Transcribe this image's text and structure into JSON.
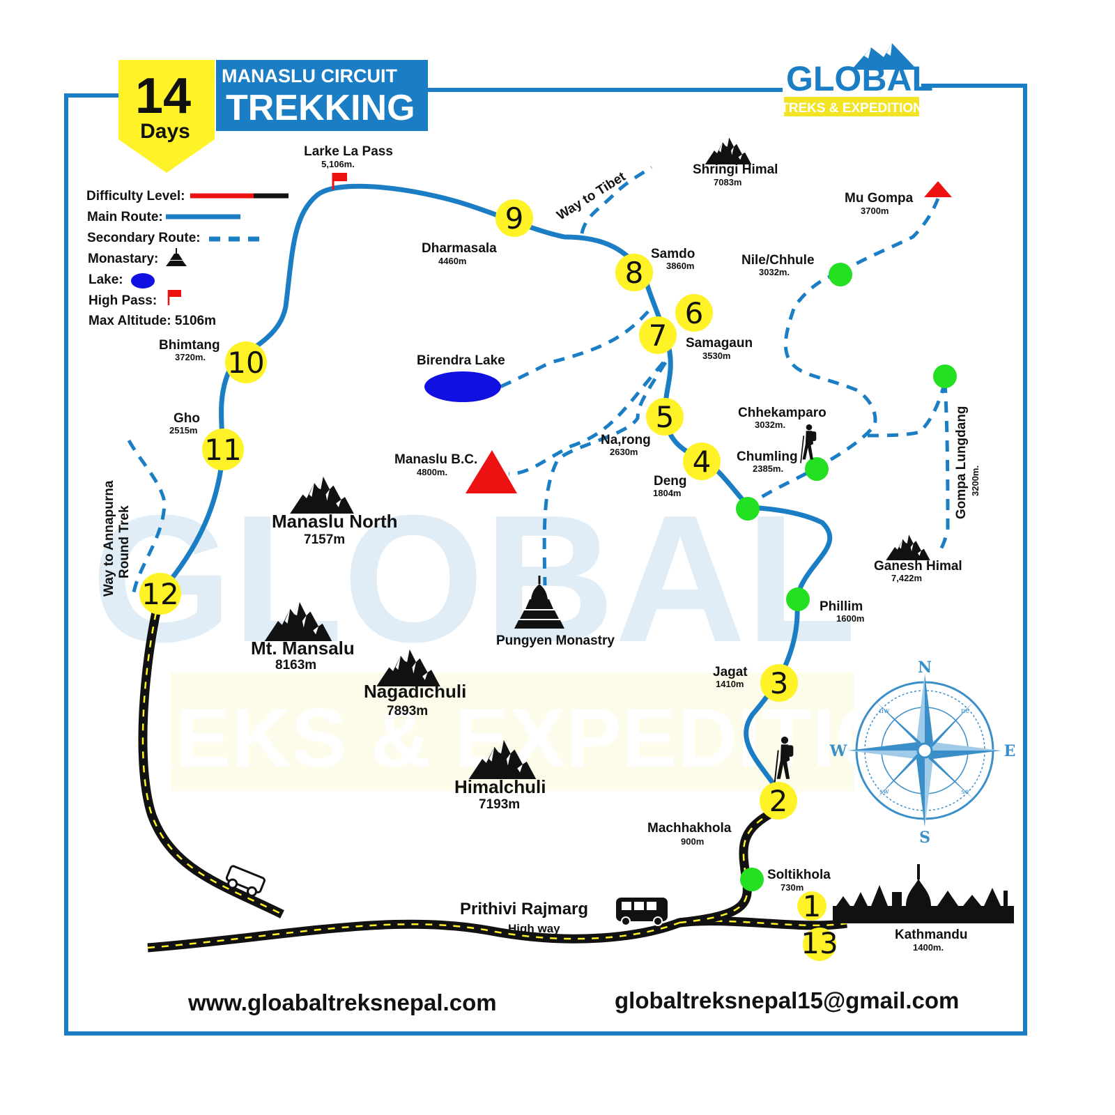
{
  "badge": {
    "number": "14",
    "unit": "Days"
  },
  "header": {
    "subtitle": "MANASLU CIRCUIT",
    "title": "TREKKING"
  },
  "logo": {
    "word": "GLOBAL",
    "tagline": "TREKS & EXPEDITION"
  },
  "watermark": {
    "word": "GLOBAL",
    "tagline": "TREKS & EXPEDITION"
  },
  "legend": {
    "difficulty": "Difficulty Level:",
    "main_route": "Main Route:",
    "secondary_route": "Secondary Route:",
    "monastery": "Monastary:",
    "lake": "Lake:",
    "high_pass": "High Pass:",
    "max_altitude": "Max Altitude: 5106m"
  },
  "colors": {
    "route": "#1b7ec5",
    "stop": "#fff226",
    "waypoint": "#23e023",
    "road": "#111111",
    "road_dash": "#fff226",
    "pass": "#ee1111",
    "lake": "#1010e0",
    "frame": "#1b7ec5"
  },
  "stops": [
    {
      "n": "1"
    },
    {
      "n": "2"
    },
    {
      "n": "3"
    },
    {
      "n": "4"
    },
    {
      "n": "5"
    },
    {
      "n": "6"
    },
    {
      "n": "7"
    },
    {
      "n": "8"
    },
    {
      "n": "9"
    },
    {
      "n": "10"
    },
    {
      "n": "11"
    },
    {
      "n": "12"
    },
    {
      "n": "13"
    }
  ],
  "places": {
    "larke": {
      "name": "Larke La Pass",
      "alt": "5,106m."
    },
    "dharmasala": {
      "name": "Dharmasala",
      "alt": "4460m"
    },
    "samdo": {
      "name": "Samdo",
      "alt": "3860m"
    },
    "samagaun": {
      "name": "Samagaun",
      "alt": "3530m"
    },
    "birendra": {
      "name": "Birendra Lake"
    },
    "manaslu_bc": {
      "name": "Manaslu B.C.",
      "alt": "4800m."
    },
    "narong": {
      "name": "Na,rong",
      "alt": "2630m"
    },
    "deng": {
      "name": "Deng",
      "alt": "1804m"
    },
    "chumling": {
      "name": "Chumling",
      "alt": "2385m."
    },
    "chhekamparo": {
      "name": "Chhekamparo",
      "alt": "3032m."
    },
    "nile": {
      "name": "Nile/Chhule",
      "alt": "3032m."
    },
    "mu_gompa": {
      "name": "Mu Gompa",
      "alt": "3700m"
    },
    "gompa_lungdang": {
      "name": "Gompa Lungdang",
      "alt": "3200m."
    },
    "phillim": {
      "name": "Phillim",
      "alt": "1600m"
    },
    "jagat": {
      "name": "Jagat",
      "alt": "1410m"
    },
    "machhakhola": {
      "name": "Machhakhola",
      "alt": "900m"
    },
    "soltikhola": {
      "name": "Soltikhola",
      "alt": "730m"
    },
    "kathmandu": {
      "name": "Kathmandu",
      "alt": "1400m."
    },
    "bhimtang": {
      "name": "Bhimtang",
      "alt": "3720m."
    },
    "gho": {
      "name": "Gho",
      "alt": "2515m"
    },
    "pungyen": {
      "name": "Pungyen Monastry"
    },
    "way_tibet": {
      "name": "Way to Tibet"
    },
    "way_annapurna": {
      "line1": "Way to Annapurna",
      "line2": "Round Trek"
    },
    "highway": {
      "name": "Prithivi Rajmarg",
      "sub": "High way"
    }
  },
  "peaks": {
    "shringi": {
      "name": "Shringi Himal",
      "alt": "7083m"
    },
    "manaslu_north": {
      "name": "Manaslu North",
      "alt": "7157m"
    },
    "mt_mansalu": {
      "name": "Mt. Mansalu",
      "alt": "8163m"
    },
    "nagadichuli": {
      "name": "Nagadichuli",
      "alt": "7893m"
    },
    "himalchuli": {
      "name": "Himalchuli",
      "alt": "7193m"
    },
    "ganesh": {
      "name": "Ganesh Himal",
      "alt": "7,422m"
    }
  },
  "compass": {
    "n": "N",
    "s": "S",
    "e": "E",
    "w": "W",
    "ne": "ne",
    "nw": "nw",
    "se": "se",
    "sw": "sw"
  },
  "footer": {
    "website": "www.gloabaltreksnepal.com",
    "email": "globaltreksnepal15@gmail.com"
  }
}
